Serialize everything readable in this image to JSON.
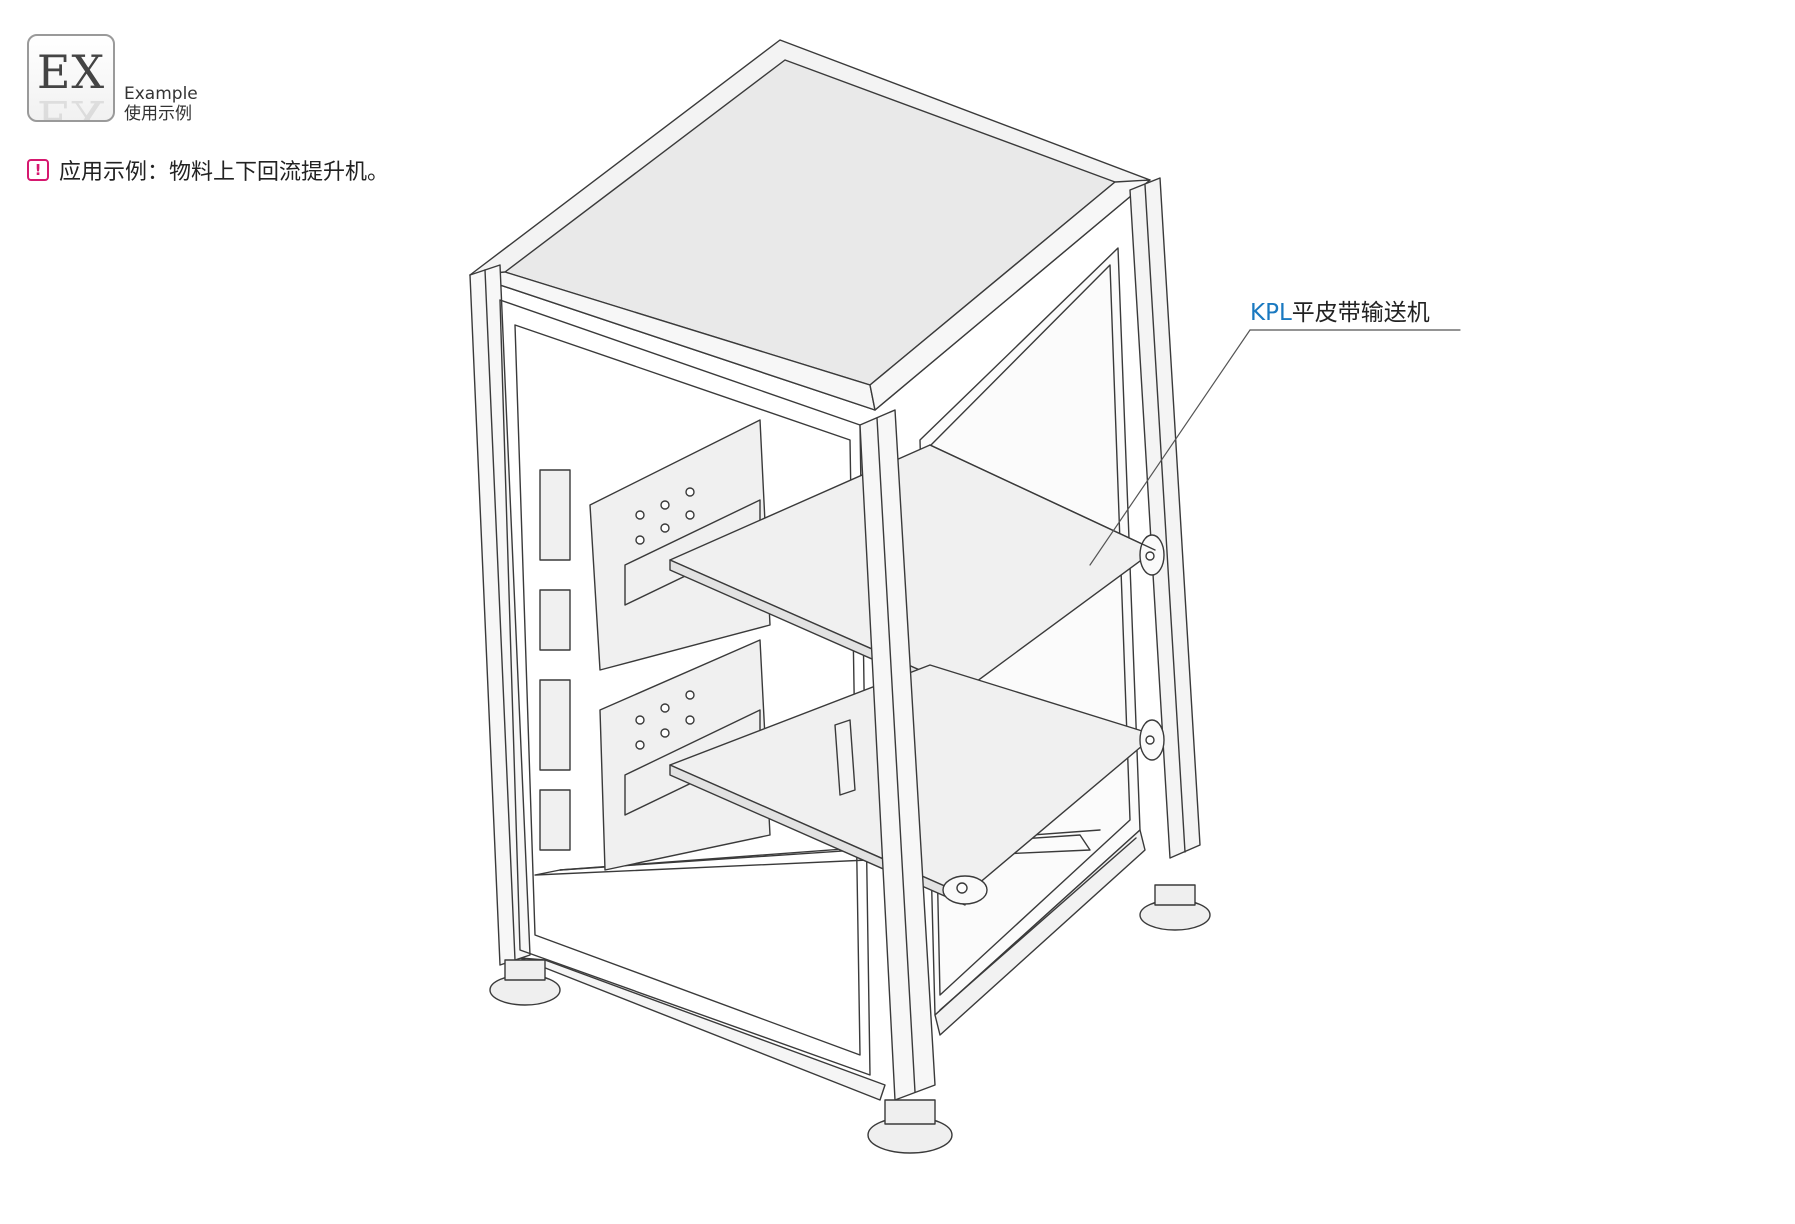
{
  "badge": {
    "letters": "EX",
    "en": "Example",
    "zh": "使用示例"
  },
  "note": {
    "icon": "exclamation-icon",
    "text": "应用示例：物料上下回流提升机。",
    "accent": "#d6186f"
  },
  "callout": {
    "code": "KPL",
    "label": "平皮带输送机",
    "code_color": "#1a79c0"
  }
}
